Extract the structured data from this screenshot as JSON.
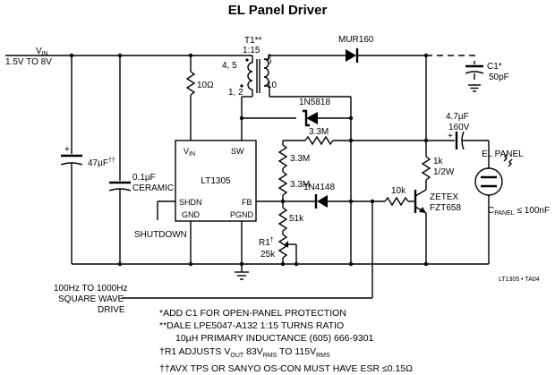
{
  "title": "EL Panel Driver",
  "labels": {
    "vin_prefix": "V",
    "vin_sub": "IN",
    "vin_range": "1.5V TO 8V",
    "t1_name": "T1**",
    "t1_ratio": "1:15",
    "t1_pins_top": "4, 5",
    "t1_pin6": "6",
    "t1_pins_bottom": "1, 2",
    "t1_pin10": "10",
    "r_10ohm": "10Ω",
    "d_mur160": "MUR160",
    "c1_name": "C1*",
    "c1_value": "50pF",
    "d_1n5818": "1N5818",
    "cap_4u7": "4.7µF",
    "cap_4u7_v": "160V",
    "r_3m3_top": "3.3M",
    "r_3m3_a": "3.3M",
    "r_3m3_b": "3.3M",
    "d_1n4148": "1N4148",
    "r_10k": "10k",
    "r_51k": "51k",
    "r1_name": "R1",
    "r1_mark": "†",
    "r1_value": "25k",
    "cap_47u": "47µF",
    "cap_47u_mark": "††",
    "cap_0u1": "0.1µF",
    "cap_0u1_type": "CERAMIC",
    "ic_name": "LT1305",
    "pin_vin_prefix": "V",
    "pin_vin_sub": "IN",
    "pin_sw": "SW",
    "pin_shdn": "SHDN",
    "pin_fb": "FB",
    "pin_gnd": "GND",
    "pin_pgnd": "PGND",
    "shutdown": "SHUTDOWN",
    "r_1k": "1k",
    "r_1k_w": "1/2W",
    "q_brand": "ZETEX",
    "q_part": "FZT658",
    "el_panel": "EL PANEL",
    "cpanel_prefix": "C",
    "cpanel_sub": "PANEL",
    "cpanel_suffix": " ≤ 100nF",
    "drive_line1": "100Hz TO 1000Hz",
    "drive_line2": "SQUARE WAVE",
    "drive_line3": "DRIVE",
    "code": "LT1305 • TA04",
    "polarity_plus": "+"
  },
  "notes": {
    "n1": "*ADD C1 FOR OPEN-PANEL PROTECTION",
    "n2a": "**DALE LPE5047-A132 1:15 TURNS RATIO",
    "n2b": "10µH PRIMARY INDUCTANCE (605) 666-9301",
    "n3_pre": "†R1 ADJUSTS V",
    "n3_sub1": "OUT",
    "n3_mid": " 83V",
    "n3_sub2": "RMS",
    "n3_mid2": " TO 115V",
    "n3_sub3": "RMS",
    "n4_pre": "††AVX TPS OR SANYO OS-CON MUST HAVE ESR ≤0.15Ω"
  }
}
